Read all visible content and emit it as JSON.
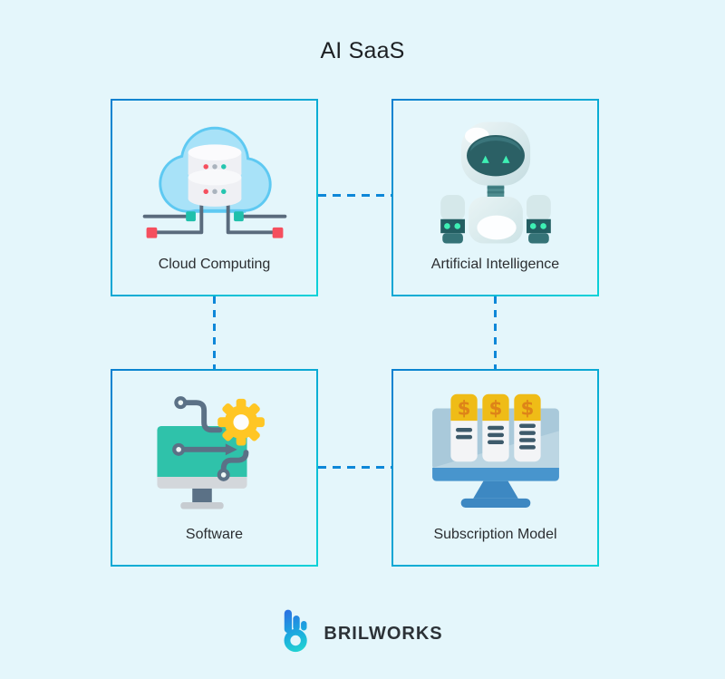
{
  "title": "AI SaaS",
  "cards": [
    {
      "label": "Cloud Computing",
      "icon": "cloud-server"
    },
    {
      "label": "Artificial Intelligence",
      "icon": "robot"
    },
    {
      "label": "Software",
      "icon": "monitor-gear"
    },
    {
      "label": "Subscription Model",
      "icon": "pricing-cards-monitor",
      "currency_symbol": "$"
    }
  ],
  "logo": {
    "brand": "BRILWORKS"
  },
  "colors": {
    "background": "#e4f6fb",
    "card_border_gradient_start": "#0a80d0",
    "card_border_gradient_end": "#0bd2d8",
    "connector_dash": "#0d87d8",
    "title_text": "#1d2023",
    "label_text": "#2b2e31",
    "logo_text": "#2c3237",
    "logo_gradient_start": "#2d6fe3",
    "logo_gradient_end": "#22d8d0",
    "cloud_fill": "#a8e2f8",
    "cloud_edge": "#5ec9f2",
    "server_fill": "#eff0f4",
    "network_line": "#5a6b7d",
    "network_node_teal": "#1fc0ab",
    "network_node_red": "#f54f5e",
    "robot_face": "#2b6065",
    "robot_eyes": "#3ef0b4",
    "software_screen_teal": "#2fc2aa",
    "gear_yellow": "#ffc624",
    "pricing_header_yellow": "#efbc17",
    "pricing_dollar_orange": "#de8418",
    "pricing_monitor_blue": "#4895cd"
  }
}
